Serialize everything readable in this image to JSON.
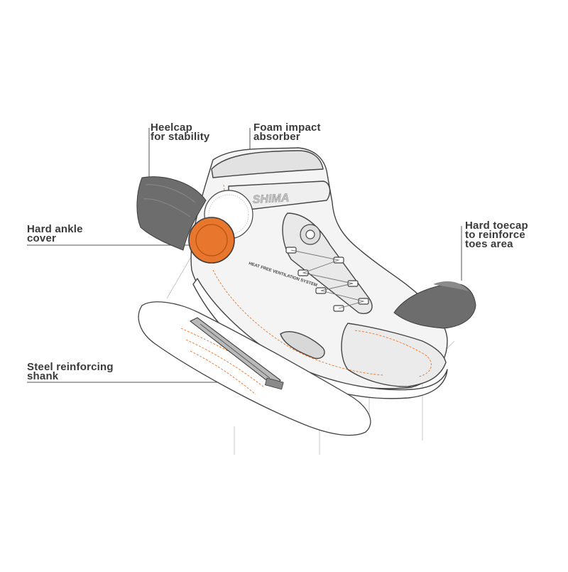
{
  "brand": "SHIMA",
  "ventilation_label": "HEAT FREE VENTILATION SYSTEM",
  "accent_color": "#e8762c",
  "line_color": "#555555",
  "part_color": "#6d6d6d",
  "callouts": {
    "heelcap": {
      "line1": "Heelcap",
      "line2": "for stability"
    },
    "foam": {
      "line1": "Foam impact",
      "line2": "absorber"
    },
    "ankle": {
      "line1": "Hard ankle",
      "line2": "cover"
    },
    "toecap": {
      "line1": "Hard toecap",
      "line2": "to reinforce",
      "line3": "toes area"
    },
    "shank": {
      "line1": "Steel reinforcing",
      "line2": "shank"
    }
  }
}
